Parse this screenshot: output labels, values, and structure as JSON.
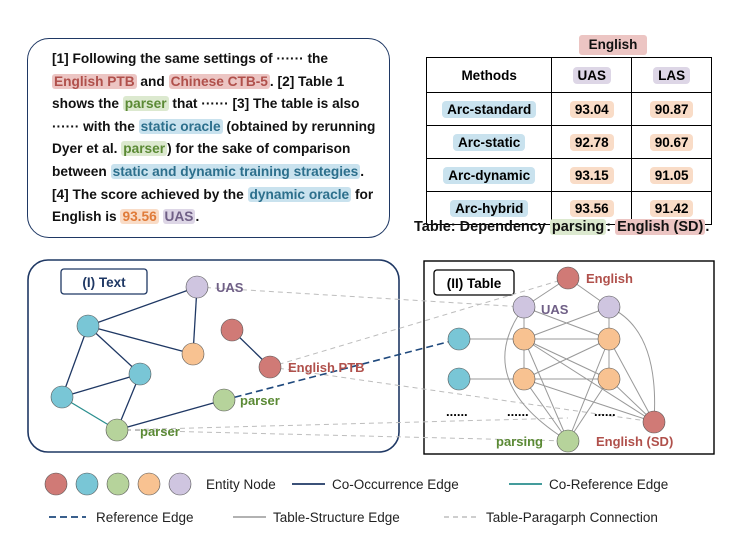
{
  "paragraph": {
    "s1a": "[1] Following the same settings of ······ the ",
    "english_ptb": "English PTB",
    "s1b": " and ",
    "chinese_ctb": "Chinese CTB-5",
    "s1c": ". [2] Table 1 shows the ",
    "parser": "parser",
    "s2": " that ······ [3] The table is also ······ with the ",
    "static_oracle": "static oracle",
    "s3a": " (obtained by rerunning Dyer et al. ",
    "parser2": "parser",
    "s3b": ") for the sake of comparison between ",
    "strategies": "static and dynamic training strategies",
    "s4a": ". [4] The score achieved by the ",
    "dynamic_oracle": "dynamic oracle",
    "s4b": " for English is ",
    "score": "93.56",
    "uas": "UAS",
    "s4c": "."
  },
  "table": {
    "group_header": "English",
    "headers": [
      "Methods",
      "UAS",
      "LAS"
    ],
    "rows": [
      {
        "method": "Arc-standard",
        "uas": "93.04",
        "las": "90.87"
      },
      {
        "method": "Arc-static",
        "uas": "92.78",
        "las": "90.67"
      },
      {
        "method": "Arc-dynamic",
        "uas": "93.15",
        "las": "91.05"
      },
      {
        "method": "Arc-hybrid",
        "uas": "93.56",
        "las": "91.42"
      }
    ],
    "caption_prefix": "Table: Dependency ",
    "caption_parsing": "parsing",
    "caption_mid": ": ",
    "caption_english": "English (SD)",
    "caption_end": "."
  },
  "text_graph": {
    "title": "(I) Text",
    "labels": {
      "uas": "UAS",
      "english_ptb": "English PTB",
      "parser_a": "parser",
      "parser_b": "parser"
    }
  },
  "table_graph": {
    "title": "(II) Table",
    "labels": {
      "english": "English",
      "uas": "UAS",
      "parsing": "parsing",
      "english_sd": "English (SD)"
    },
    "ellipses": [
      "......",
      "......",
      "......"
    ]
  },
  "legend": {
    "entity_node": "Entity Node",
    "co_occurrence": "Co-Occurrence Edge",
    "co_reference": "Co-Reference Edge",
    "reference": "Reference Edge",
    "table_structure": "Table-Structure Edge",
    "table_paragraph": "Table-Paragarph Connection"
  },
  "colors": {
    "node_red": "#d07a76",
    "node_blue": "#79c6d6",
    "node_green": "#b6d39b",
    "node_orange": "#f8c291",
    "node_purple": "#cfc5e0",
    "co_occurrence_edge": "#1f3864",
    "co_reference_edge": "#2a8e8e",
    "reference_edge": "#1f497d",
    "table_edge": "#999999",
    "connection_edge": "#bdbdbd"
  }
}
